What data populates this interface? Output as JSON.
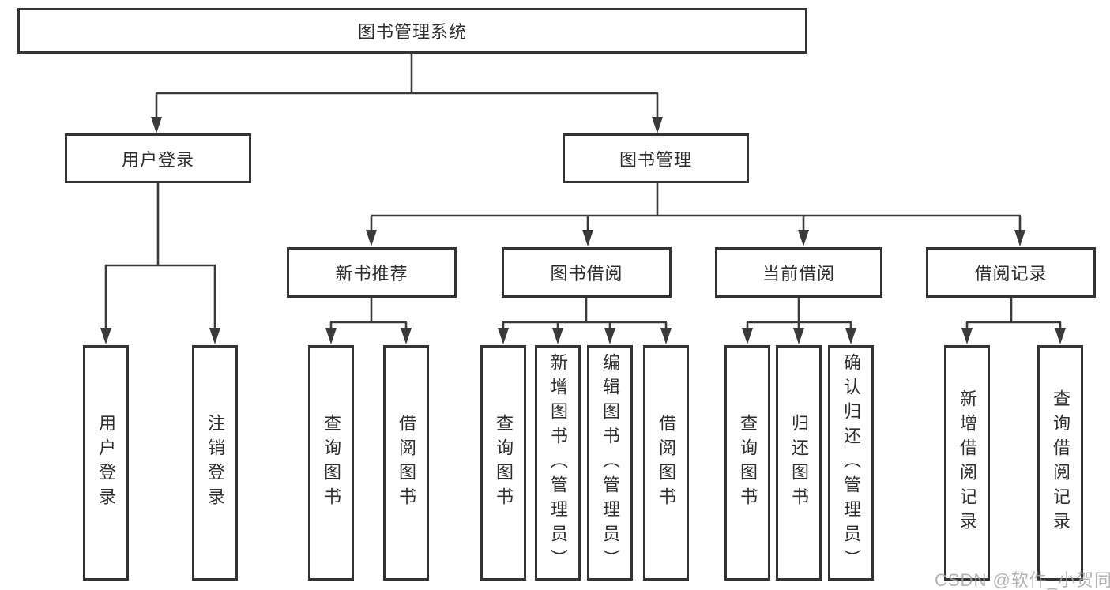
{
  "colors": {
    "line": "#3a3a3a",
    "box_border": "#333333",
    "text": "#2e2e2e",
    "watermark": "#a5a5a5",
    "background": "#ffffff"
  },
  "tree": {
    "root": "图书管理系统",
    "branches": [
      {
        "label": "用户登录",
        "children": [
          {
            "label": "用户登录"
          },
          {
            "label": "注销登录"
          }
        ]
      },
      {
        "label": "图书管理",
        "sections": [
          {
            "label": "新书推荐",
            "children": [
              {
                "label": "查询图书"
              },
              {
                "label": "借阅图书"
              }
            ]
          },
          {
            "label": "图书借阅",
            "children": [
              {
                "label": "查询图书"
              },
              {
                "label": "新增图书（管理员）"
              },
              {
                "label": "编辑图书（管理员）"
              },
              {
                "label": "借阅图书"
              }
            ]
          },
          {
            "label": "当前借阅",
            "children": [
              {
                "label": "查询图书"
              },
              {
                "label": "归还图书"
              },
              {
                "label": "确认归还（管理员）"
              }
            ]
          },
          {
            "label": "借阅记录",
            "children": [
              {
                "label": "新增借阅记录"
              },
              {
                "label": "查询借阅记录"
              }
            ]
          }
        ]
      }
    ]
  },
  "watermark": {
    "text": "CSDN @软件_小贺同学"
  }
}
